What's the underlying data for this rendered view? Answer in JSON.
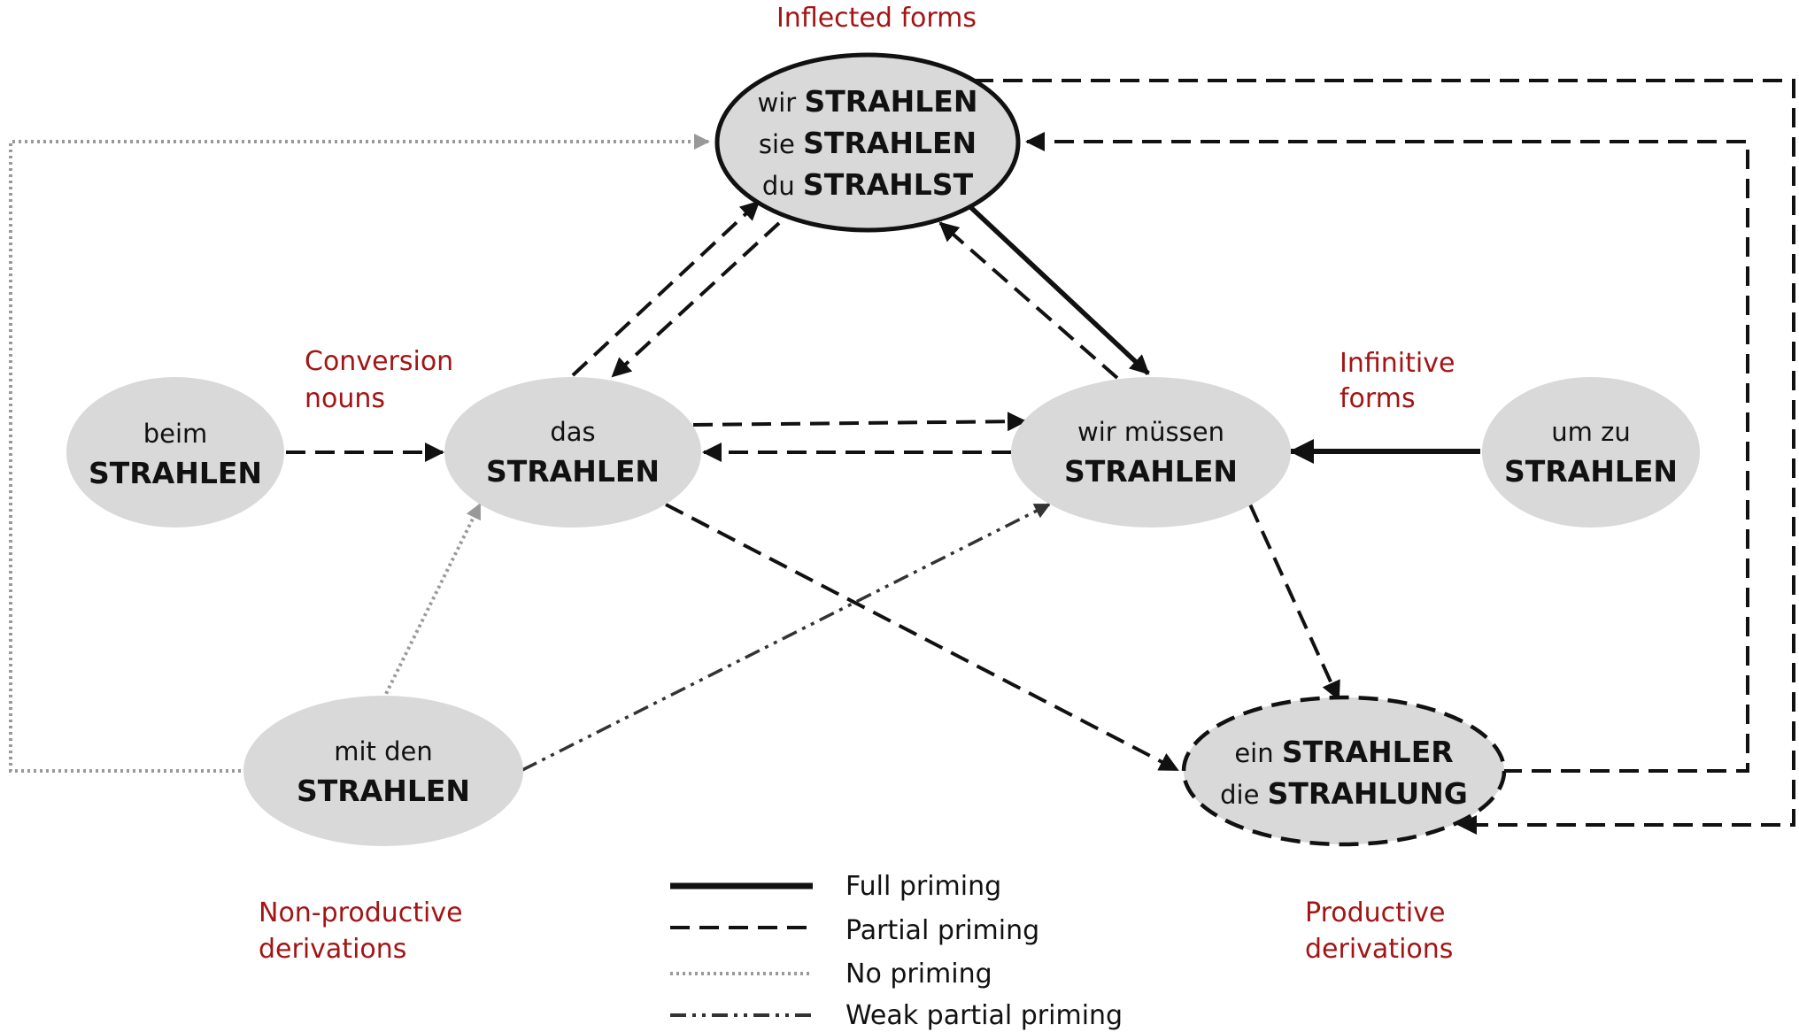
{
  "categories": {
    "inflected": "Inflected forms",
    "conversion": [
      "Conversion",
      "nouns"
    ],
    "infinitive": [
      "Infinitive",
      "forms"
    ],
    "nonproductive": [
      "Non-productive",
      "derivations"
    ],
    "productive": [
      "Productive",
      "derivations"
    ]
  },
  "nodes": {
    "inflected": [
      {
        "prefix": "wir ",
        "stem": "STRAHLEN"
      },
      {
        "prefix": "sie ",
        "stem": "STRAHLEN"
      },
      {
        "prefix": "du ",
        "stem": "STRAHLST"
      }
    ],
    "beim": {
      "line1": "beim",
      "line2": "STRAHLEN"
    },
    "das": {
      "line1": "das",
      "line2": "STRAHLEN"
    },
    "wirmuessen": {
      "line1": "wir müssen",
      "line2": "STRAHLEN"
    },
    "umzu": {
      "line1": "um zu",
      "line2": "STRAHLEN"
    },
    "mitden": {
      "line1": "mit den",
      "line2": "STRAHLEN"
    },
    "productive": [
      {
        "prefix": "ein ",
        "stem": "STRAHLER"
      },
      {
        "prefix": "die ",
        "stem": "STRAHLUNG"
      }
    ]
  },
  "legend": {
    "full": "Full priming",
    "partial": "Partial priming",
    "none": "No priming",
    "weak": "Weak partial priming"
  },
  "colors": {
    "node_fill": "#d9d9d9",
    "category_label": "#a31515",
    "line": "#111111",
    "no_priming_line": "#999999"
  }
}
